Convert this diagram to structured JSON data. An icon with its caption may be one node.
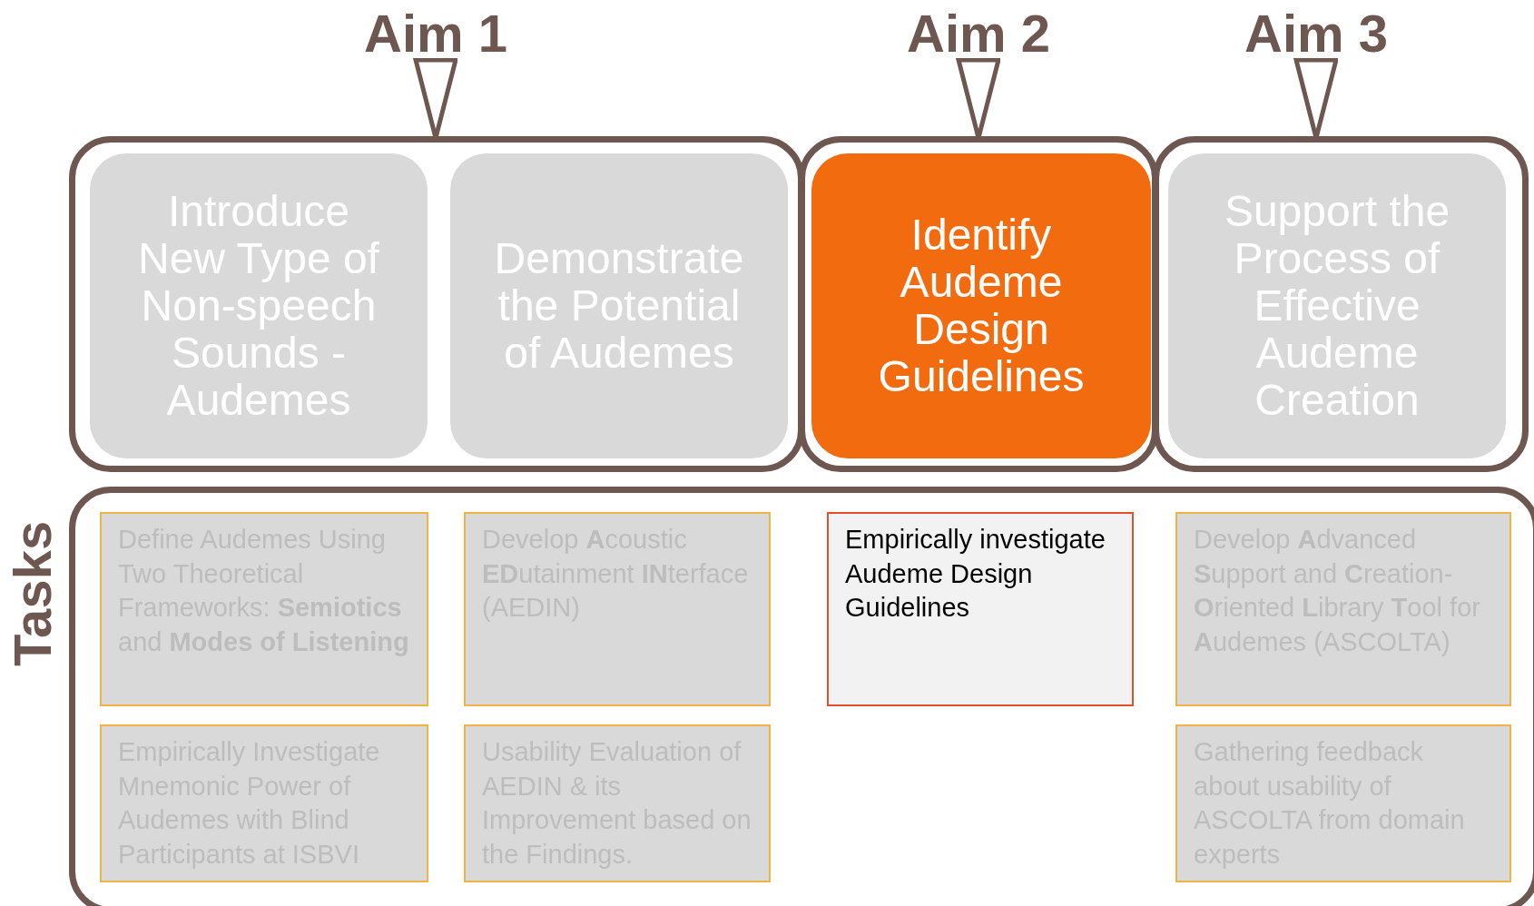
{
  "diagram": {
    "nodes": [
      {
        "text": [
          "Aim 1"
        ]
      },
      {
        "text": [
          "Aim 2"
        ]
      },
      {
        "text": [
          "Aim 3"
        ]
      },
      {
        "text": [],
        "shape": "box"
      },
      {
        "text": [
          "Introduce New Type of Non-speech Sounds - Audemes"
        ],
        "in": 3
      },
      {
        "text": [
          "Demonstrate the Potential of Audemes"
        ],
        "in": 3
      },
      {
        "text": [],
        "shape": "box"
      },
      {
        "text": [
          "Identify Audeme Design Guidelines"
        ],
        "in": 6
      },
      {
        "text": [],
        "shape": "box"
      },
      {
        "text": [
          "Support the Process of Effective Audeme Creation"
        ],
        "in": 8
      },
      {
        "text": [
          "Tasks"
        ]
      },
      {
        "text": [
          "Define Audemes Using Two Theoretical Frameworks: **Semiotics** and **Modes of Listening**"
        ],
        "in": 10
      },
      {
        "text": [
          "Develop **A**coustic **ED**utainment **IN**terface (AEDIN)"
        ],
        "in": 10
      },
      {
        "text": [
          "Empirically investigate Audeme Design Guidelines"
        ],
        "in": 10
      },
      {
        "text": [
          "Develop **A**dvanced **S**upport and **C**reation-**O**riented **L**ibrary **T**ool for **A**udemes (ASCOLTA)"
        ],
        "in": 10
      },
      {
        "text": [
          "Empirically Investigate Mnemonic Power of Audemes  with Blind Participants at ISBVI"
        ],
        "in": 10
      },
      {
        "text": [
          "Usability Evaluation of AEDIN & its Improvement based on the Findings."
        ],
        "in": 10
      },
      {
        "text": [
          "Gathering feedback about  usability of ASCOLTA from domain experts"
        ],
        "in": 10
      }
    ],
    "edges": [
      {
        "from": 0,
        "to": 3,
        "arrow": "to"
      },
      {
        "from": 1,
        "to": 6,
        "arrow": "to"
      },
      {
        "from": 2,
        "to": 8,
        "arrow": "to"
      }
    ]
  }
}
